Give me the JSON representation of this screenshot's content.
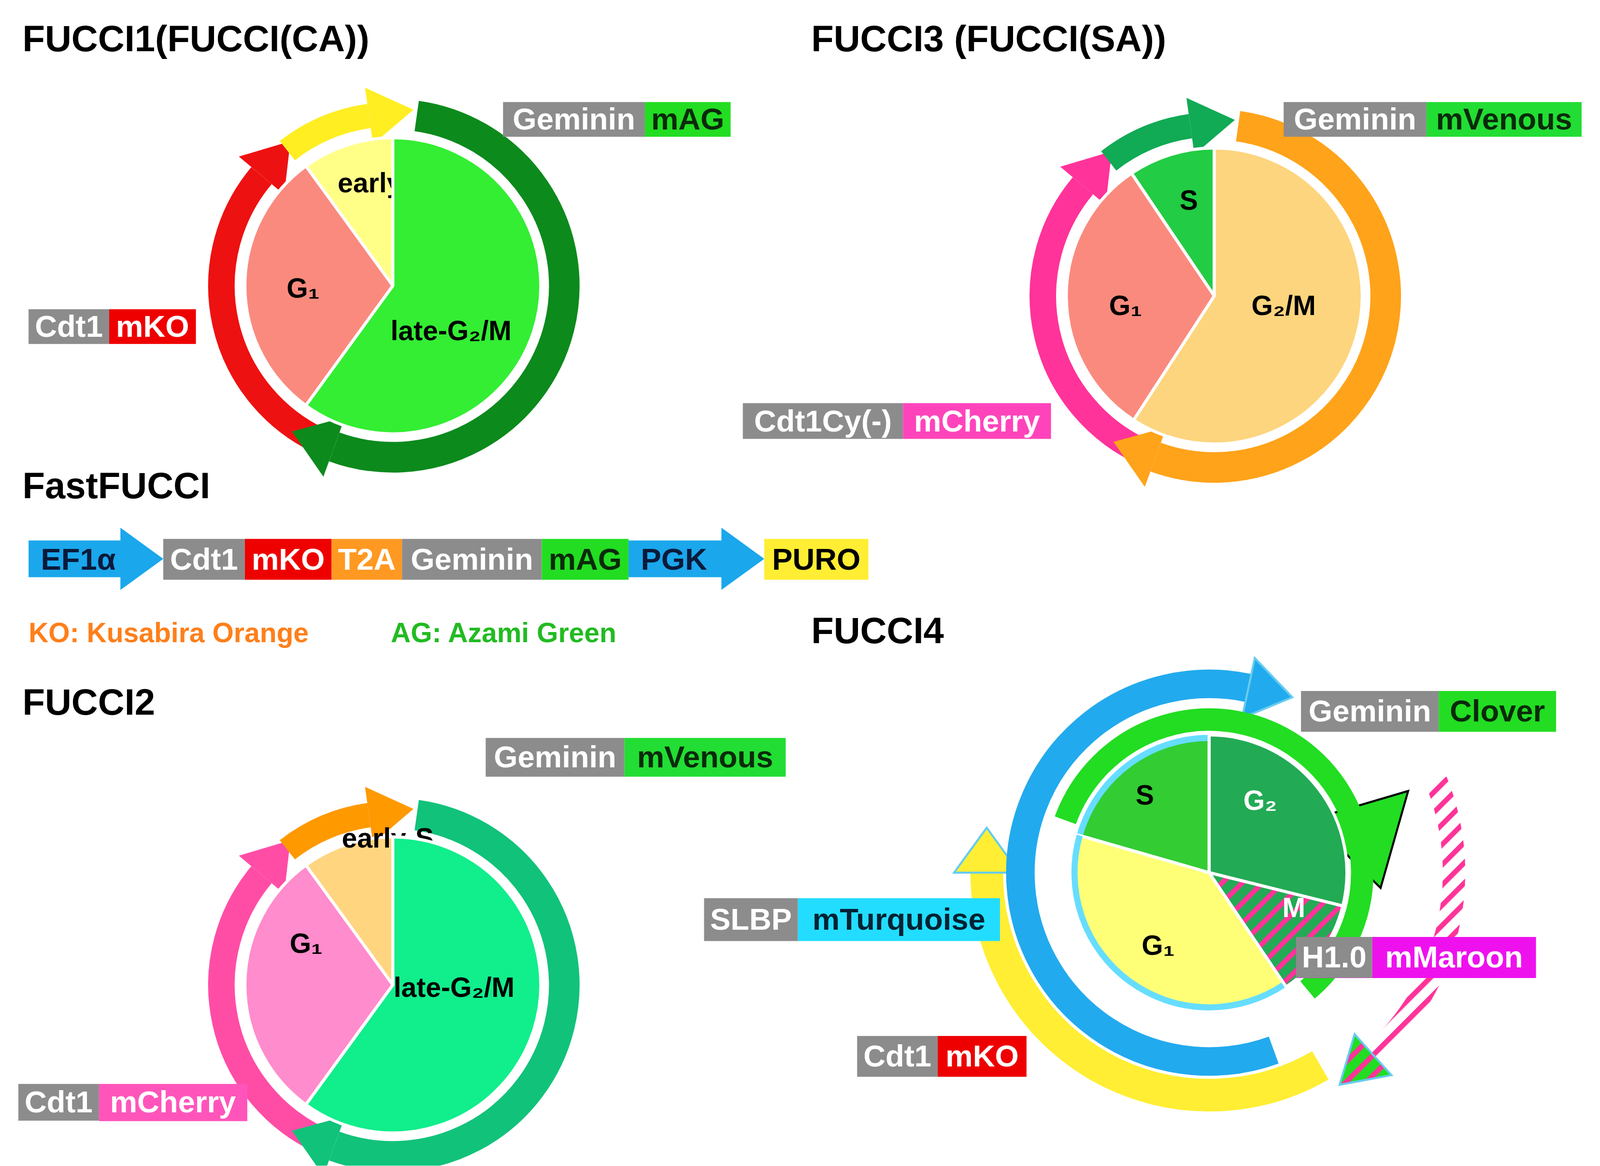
{
  "diagram": {
    "nodes": [
      {
        "text": [
          "Geminin"
        ]
      },
      {
        "text": [
          "mAG"
        ]
      },
      {
        "text": [
          "Cdt1"
        ]
      },
      {
        "text": [
          "mKO"
        ]
      },
      {
        "text": [
          "early-S"
        ]
      },
      {
        "text": [
          "G₁"
        ]
      },
      {
        "text": [
          "late-G₂/M"
        ]
      },
      {
        "text": [
          "Geminin"
        ]
      },
      {
        "text": [
          "mVenous"
        ]
      },
      {
        "text": [
          "S"
        ]
      },
      {
        "text": [
          "G₁"
        ]
      },
      {
        "text": [
          "G₂/M"
        ]
      },
      {
        "text": [
          "Cdt1Cy(-)"
        ]
      },
      {
        "text": [
          "mCherry"
        ]
      },
      {
        "text": [
          "EF1α"
        ]
      },
      {
        "text": [
          "Cdt1"
        ]
      },
      {
        "text": [
          "mKO"
        ]
      },
      {
        "text": [
          "T2A"
        ]
      },
      {
        "text": [
          "Geminin"
        ]
      },
      {
        "text": [
          "mAG"
        ]
      },
      {
        "text": [
          "PGK"
        ]
      },
      {
        "text": [
          "PURO"
        ]
      },
      {
        "text": [
          "Geminin"
        ]
      },
      {
        "text": [
          "mVenous"
        ]
      },
      {
        "text": [
          "early-S"
        ]
      },
      {
        "text": [
          "G₁"
        ]
      },
      {
        "text": [
          "late-G₂/M"
        ]
      },
      {
        "text": [
          "Cdt1"
        ]
      },
      {
        "text": [
          "mCherry"
        ]
      },
      {
        "text": [
          "Geminin"
        ]
      },
      {
        "text": [
          "Clover"
        ]
      },
      {
        "text": [
          "S"
        ]
      },
      {
        "text": [
          "G₂"
        ]
      },
      {
        "text": [
          "SLBP"
        ]
      },
      {
        "text": [
          "mTurquoise"
        ]
      },
      {
        "text": [
          "G₁"
        ]
      },
      {
        "text": [
          "M"
        ]
      },
      {
        "text": [
          "H1.0"
        ]
      },
      {
        "text": [
          "mMaroon"
        ]
      },
      {
        "text": [
          "Cdt1"
        ]
      },
      {
        "text": [
          "mKO"
        ]
      }
    ],
    "labels": [
      "FUCCI1(FUCCI(CA))",
      "FUCCI3 (FUCCI(SA))",
      "FastFUCCI",
      "KO: Kusabira Orange",
      "AG: Azami Green",
      "FUCCI2",
      "FUCCI4"
    ]
  }
}
